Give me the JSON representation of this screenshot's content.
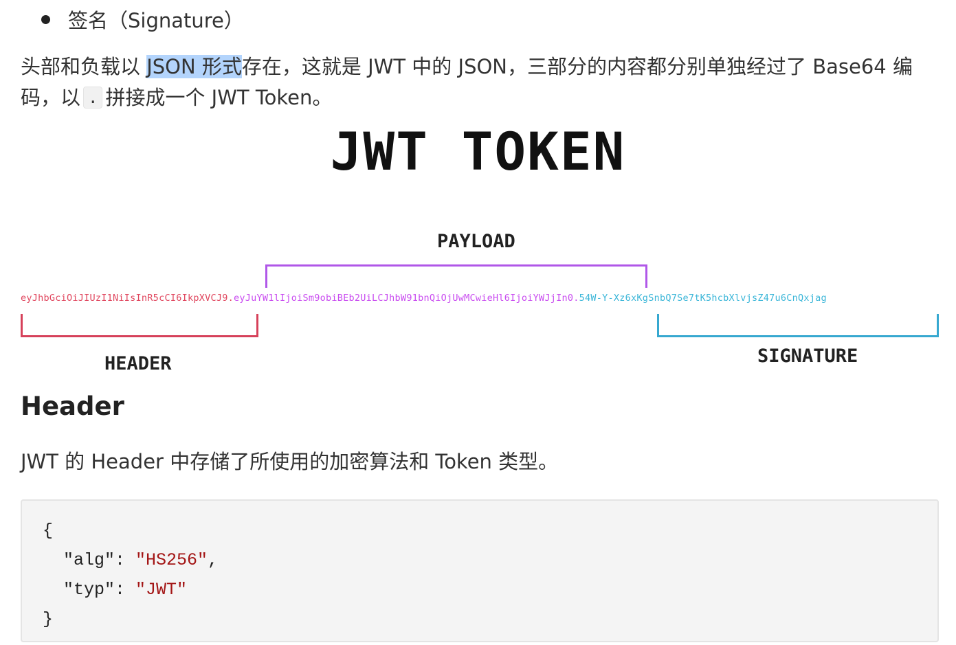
{
  "bullet": {
    "text": "签名（Signature）"
  },
  "para": {
    "part1": "头部和负载以 ",
    "highlight": "JSON 形式",
    "part2": "存在，这就是 JWT 中的 JSON，三部分的内容都分别单独经过了 ",
    "cursor_char": "B",
    "part3": "ase64 编码，以",
    "code_dot": ".",
    "part4": "拼接成一个 JWT Token。"
  },
  "figure": {
    "title": "JWT TOKEN",
    "payload_label": "PAYLOAD",
    "header_label": "HEADER",
    "signature_label": "SIGNATURE",
    "token_header": "eyJhbGciOiJIUzI1NiIsInR5cCI6IkpXVCJ9.",
    "token_payload": "eyJuYW1lIjoiSm9obiBEb2UiLCJhbW91bnQiOjUwMCwieHl6IjoiYWJjIn0.",
    "token_signature": "54W-Y-Xz6xKgSnbQ7Se7tK5hcbXlvjsZ47u6CnQxjag",
    "colors": {
      "header": "#e0465e",
      "payload": "#c94cf0",
      "signature": "#3bb6d8"
    }
  },
  "section": {
    "heading": "Header",
    "description": "JWT 的 Header 中存储了所使用的加密算法和 Token 类型。"
  },
  "code": {
    "open": "{",
    "alg_key": "  \"alg\": ",
    "alg_value": "\"HS256\"",
    "alg_comma": ",",
    "typ_key": "  \"typ\": ",
    "typ_value": "\"JWT\"",
    "close": "}"
  }
}
